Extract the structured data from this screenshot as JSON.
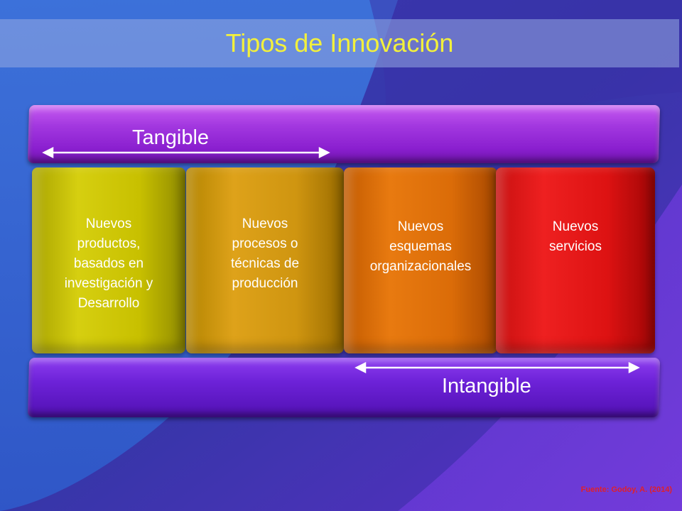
{
  "slide": {
    "title": "Tipos de Innovación",
    "title_color": "#f2f03c",
    "source": "Fuente: Godoy, A. (2014)"
  },
  "bands": {
    "tangible": {
      "label": "Tangible",
      "color": "#a338e0"
    },
    "intangible": {
      "label": "Intangible",
      "color": "#6d22d8"
    }
  },
  "boxes": [
    {
      "lines": [
        "Nuevos",
        "productos,",
        "basados en",
        "investigación y",
        "Desarrollo"
      ],
      "color": "#d6cf10"
    },
    {
      "lines": [
        "Nuevos",
        "procesos o",
        "técnicas de",
        "producción"
      ],
      "color": "#dea21a"
    },
    {
      "lines": [
        "Nuevos",
        "esquemas",
        "organizacionales"
      ],
      "color": "#e87a10"
    },
    {
      "lines": [
        "Nuevos",
        "servicios"
      ],
      "color": "#ee2020"
    }
  ]
}
